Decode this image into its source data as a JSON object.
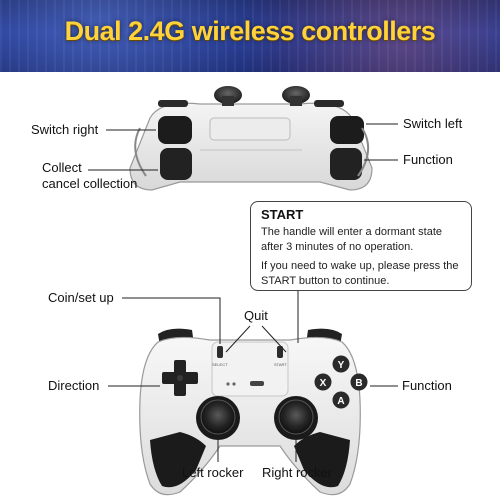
{
  "banner": {
    "title": "Dual 2.4G wireless controllers"
  },
  "top_labels": {
    "switch_right": "Switch right",
    "switch_left": "Switch left",
    "collect": "Collect",
    "cancel_collection": "cancel collection",
    "function": "Function"
  },
  "start_box": {
    "title": "START",
    "line1": "The handle will enter a dormant state after 3 minutes of no operation.",
    "line2": "If you need to wake up, please press the START button to continue."
  },
  "bottom_labels": {
    "coin_set_up": "Coin/set up",
    "quit": "Quit",
    "direction": "Direction",
    "function": "Function",
    "left_rocker": "Left rocker",
    "right_rocker": "Right rocker"
  },
  "face_buttons": {
    "y": "Y",
    "x": "X",
    "b": "B",
    "a": "A"
  },
  "small_buttons": {
    "select": "SELECT",
    "start": "START"
  },
  "colors": {
    "banner_text": "#ffd23a",
    "banner_bg": "#253a93"
  }
}
